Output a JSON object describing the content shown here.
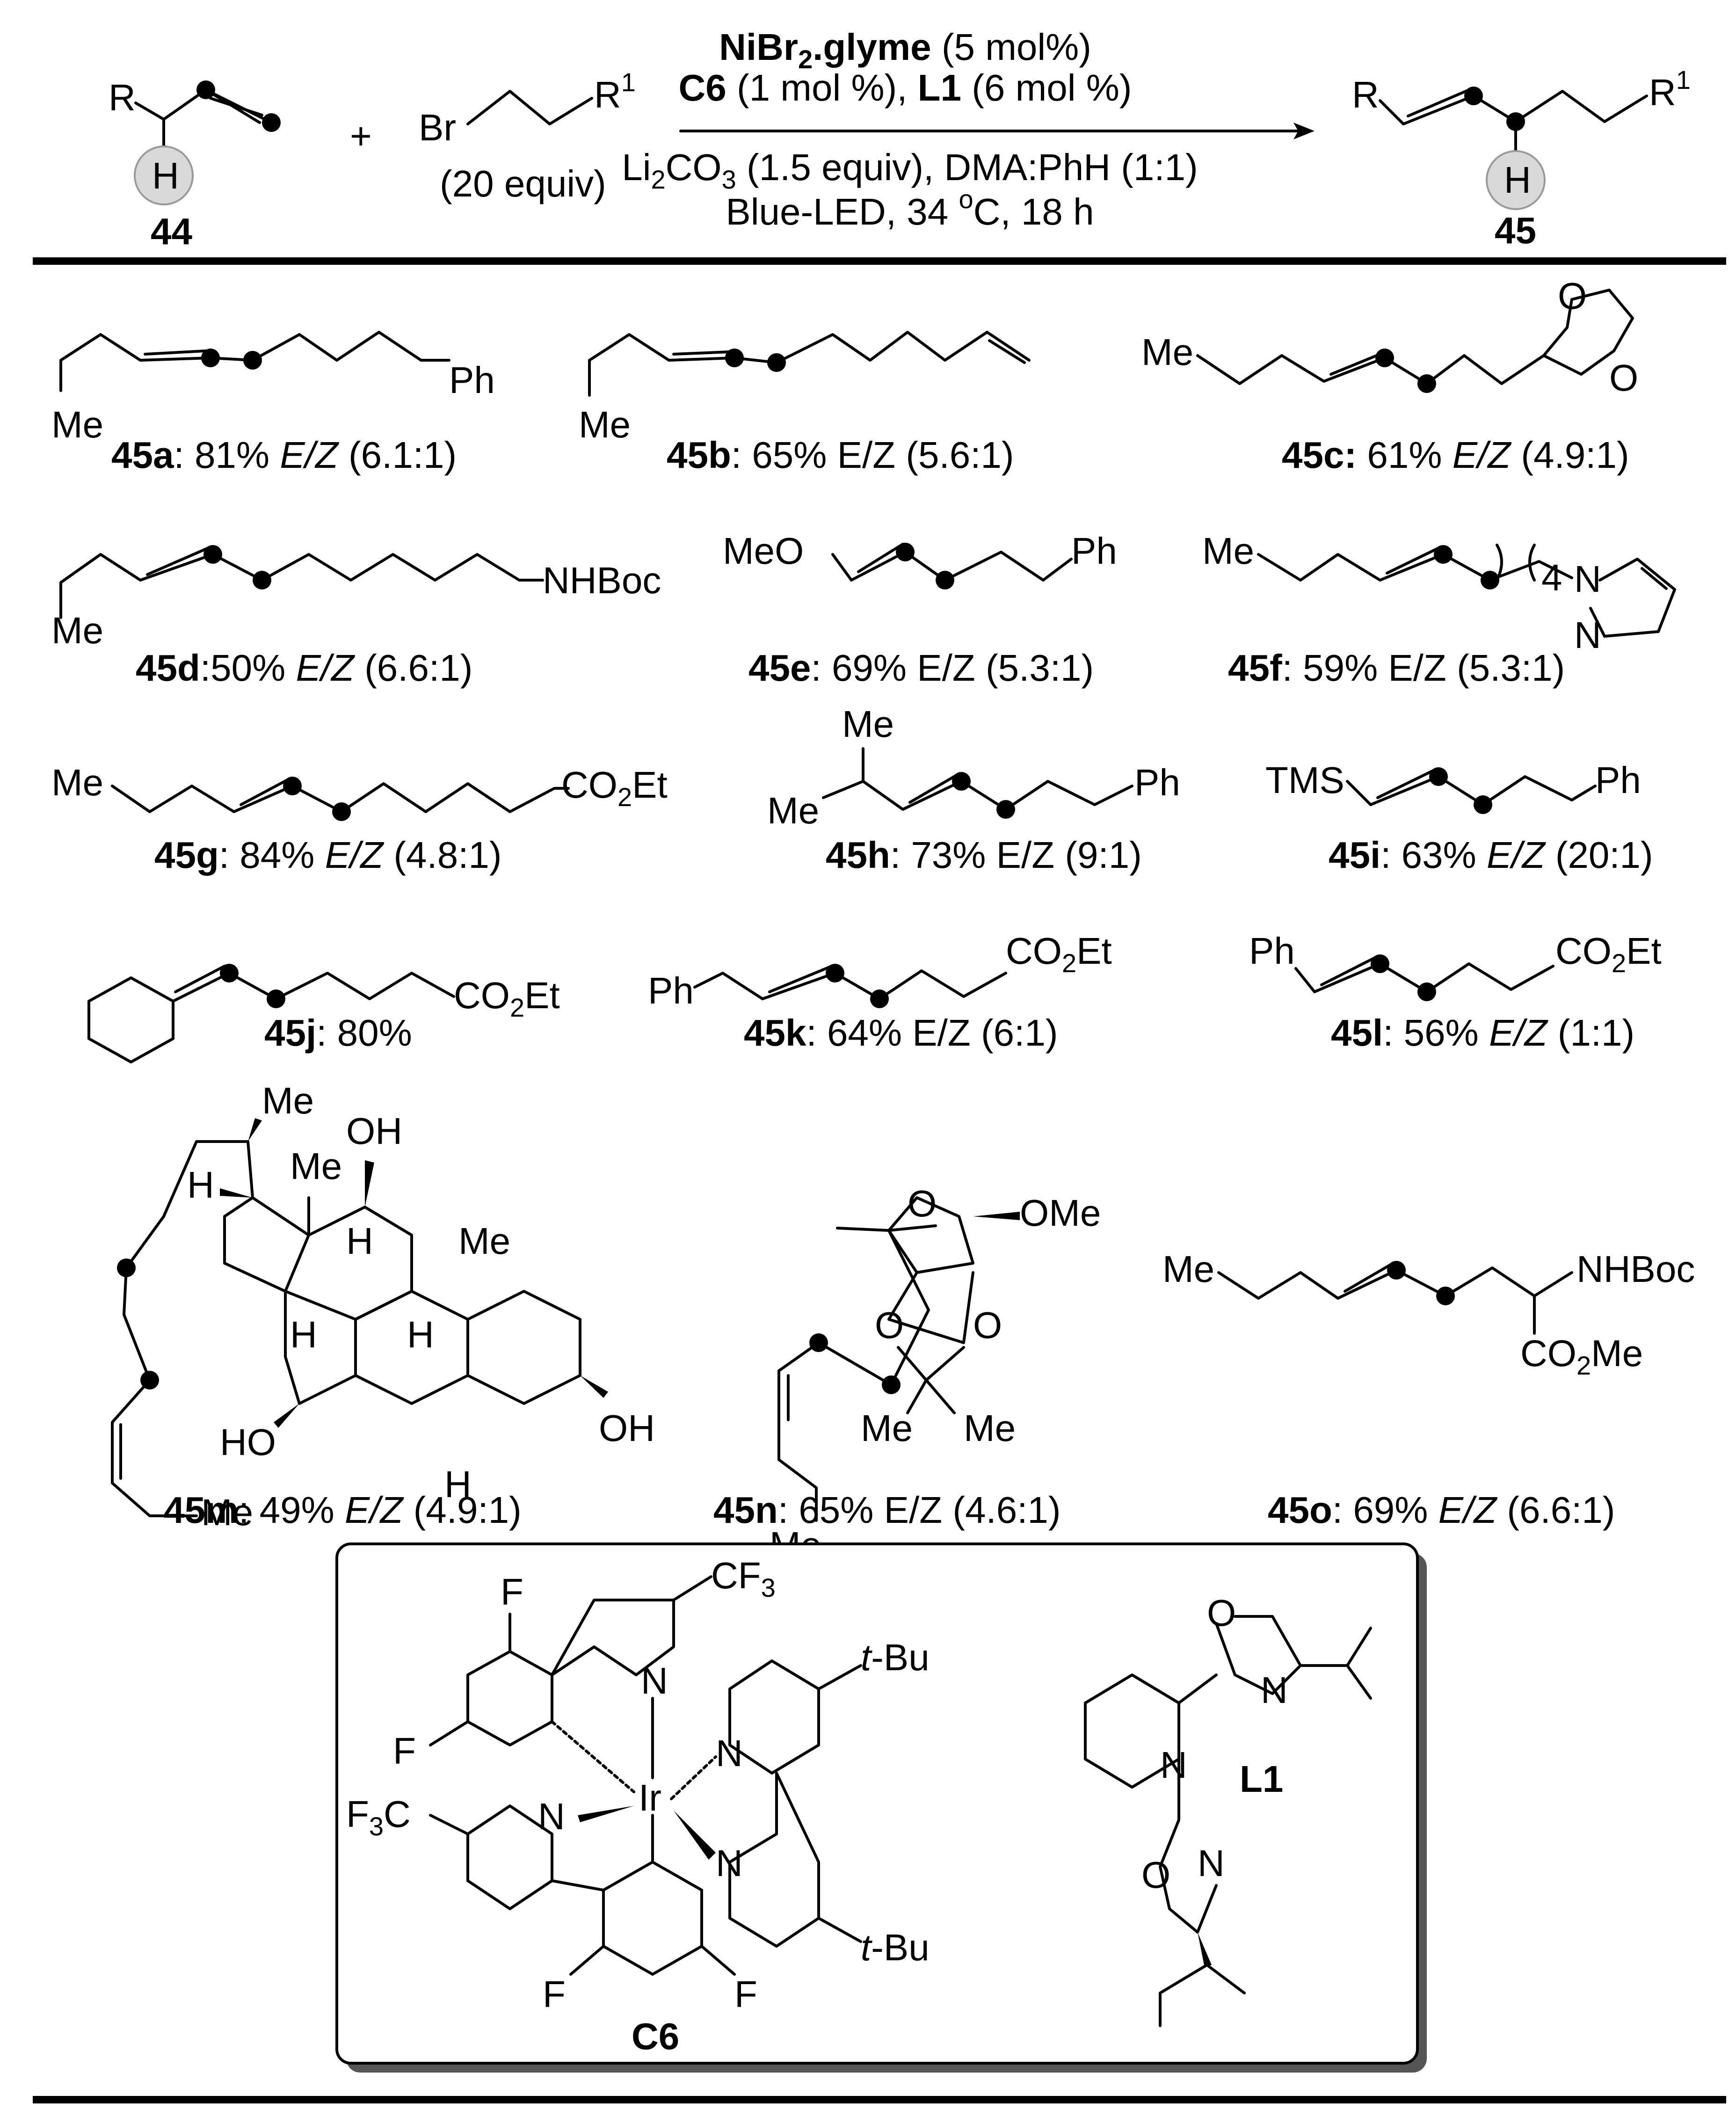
{
  "scheme": {
    "reactant_r": "R",
    "reactant_h": "H",
    "reactant_id": "44",
    "plus": "+",
    "bromide_br": "Br",
    "bromide_r1_base": "R",
    "bromide_r1_sup": "1",
    "bromide_equiv": "(20 equiv)",
    "cond_line1_bold": "NiBr",
    "cond_line1_sub": "2",
    "cond_line1_bold2": ".glyme",
    "cond_line1_rest": " (5 mol%)",
    "cond_line2_c6": "C6",
    "cond_line2_mid": " (1 mol %), ",
    "cond_line2_l1": "L1",
    "cond_line2_rest": " (6 mol %)",
    "cond_line3_a": "Li",
    "cond_line3_sub1": "2",
    "cond_line3_b": "CO",
    "cond_line3_sub2": "3",
    "cond_line3_c": " (1.5 equiv), DMA:PhH (1:1)",
    "cond_line4_a": "Blue-LED, 34 ",
    "cond_line4_sup": "o",
    "cond_line4_b": "C, 18 h",
    "product_r": "R",
    "product_r1_base": "R",
    "product_r1_sup": "1",
    "product_h": "H",
    "product_id": "45"
  },
  "substituents": {
    "ph": "Ph",
    "me": "Me",
    "o": "O",
    "nhboc": "NHBoc",
    "meo": "MeO",
    "n": "N",
    "four": "4",
    "co2et_a": "CO",
    "co2et_sub": "2",
    "co2et_b": "Et",
    "tms": "TMS",
    "oh": "OH",
    "ho": "HO",
    "h": "H",
    "ome": "OMe",
    "co2me_a": "CO",
    "co2me_sub": "2",
    "co2me_b": "Me"
  },
  "products": [
    {
      "id": "45a",
      "yield": ": 81% ",
      "ez_it": "E/Z",
      "ratio": " (6.1:1)"
    },
    {
      "id": "45b",
      "yield": ": 65% E/Z (5.6:1)",
      "ez_it": "",
      "ratio": ""
    },
    {
      "id": "45c:",
      "yield": " 61% ",
      "ez_it": "E/Z",
      "ratio": " (4.9:1)"
    },
    {
      "id": "45d",
      "yield": ":50% ",
      "ez_it": "E/Z",
      "ratio": " (6.6:1)"
    },
    {
      "id": "45e",
      "yield": ": 69% E/Z (5.3:1)",
      "ez_it": "",
      "ratio": ""
    },
    {
      "id": "45f",
      "yield": ": 59% E/Z (5.3:1)",
      "ez_it": "",
      "ratio": ""
    },
    {
      "id": "45g",
      "yield": ": 84% ",
      "ez_it": "E/Z",
      "ratio": " (4.8:1)"
    },
    {
      "id": "45h",
      "yield": ": 73% E/Z (9:1)",
      "ez_it": "",
      "ratio": ""
    },
    {
      "id": "45i",
      "yield": ": 63% ",
      "ez_it": "E/Z",
      "ratio": " (20:1)"
    },
    {
      "id": "45j",
      "yield": ": 80%",
      "ez_it": "",
      "ratio": ""
    },
    {
      "id": "45k",
      "yield": ": 64% E/Z (6:1)",
      "ez_it": "",
      "ratio": ""
    },
    {
      "id": "45l",
      "yield": ": 56% ",
      "ez_it": "E/Z",
      "ratio": " (1:1)"
    },
    {
      "id": "45m",
      "yield": ": 49% ",
      "ez_it": "E/Z",
      "ratio": " (4.9:1)"
    },
    {
      "id": "45n",
      "yield": ": 65% E/Z (4.6:1)",
      "ez_it": "",
      "ratio": ""
    },
    {
      "id": "45o",
      "yield": ": 69% ",
      "ez_it": "E/Z",
      "ratio": " (6.6:1)"
    }
  ],
  "catalyst_box": {
    "f": "F",
    "cf3_a": "CF",
    "cf3_sub": "3",
    "f3c_a": "F",
    "f3c_sub": "3",
    "f3c_b": "C",
    "n": "N",
    "ir": "Ir",
    "tbu_it": "t",
    "tbu_rest": "-Bu",
    "c6": "C6",
    "o": "O",
    "l1": "L1"
  }
}
